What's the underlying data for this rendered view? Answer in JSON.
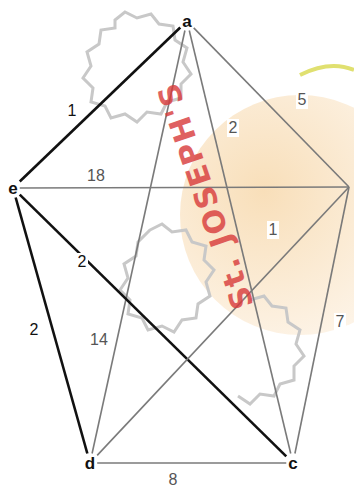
{
  "diagram": {
    "nodes": [
      {
        "text": [
          "a"
        ]
      },
      {
        "text": [
          "e"
        ]
      },
      {
        "text": []
      },
      {
        "text": [
          "d"
        ]
      },
      {
        "text": [
          "c"
        ]
      }
    ],
    "edges": [
      {
        "from": 0,
        "to": 1,
        "arrow": "none",
        "label": "1"
      },
      {
        "from": 0,
        "to": 2,
        "arrow": "none",
        "label": "5"
      },
      {
        "from": 0,
        "to": 4,
        "arrow": "none",
        "label": "2"
      },
      {
        "from": 0,
        "to": 3,
        "arrow": "none",
        "label": "14"
      },
      {
        "from": 1,
        "to": 2,
        "arrow": "none",
        "label": "18"
      },
      {
        "from": 1,
        "to": 4,
        "arrow": "none",
        "label": "2"
      },
      {
        "from": 1,
        "to": 3,
        "arrow": "none",
        "label": "2"
      },
      {
        "from": 3,
        "to": 4,
        "arrow": "none",
        "label": "8"
      },
      {
        "from": 2,
        "to": 4,
        "arrow": "none",
        "label": "7"
      },
      {
        "from": 3,
        "to": 2,
        "arrow": "none",
        "label": "1"
      }
    ],
    "labels": [
      "St. JOSEPH'S"
    ]
  }
}
